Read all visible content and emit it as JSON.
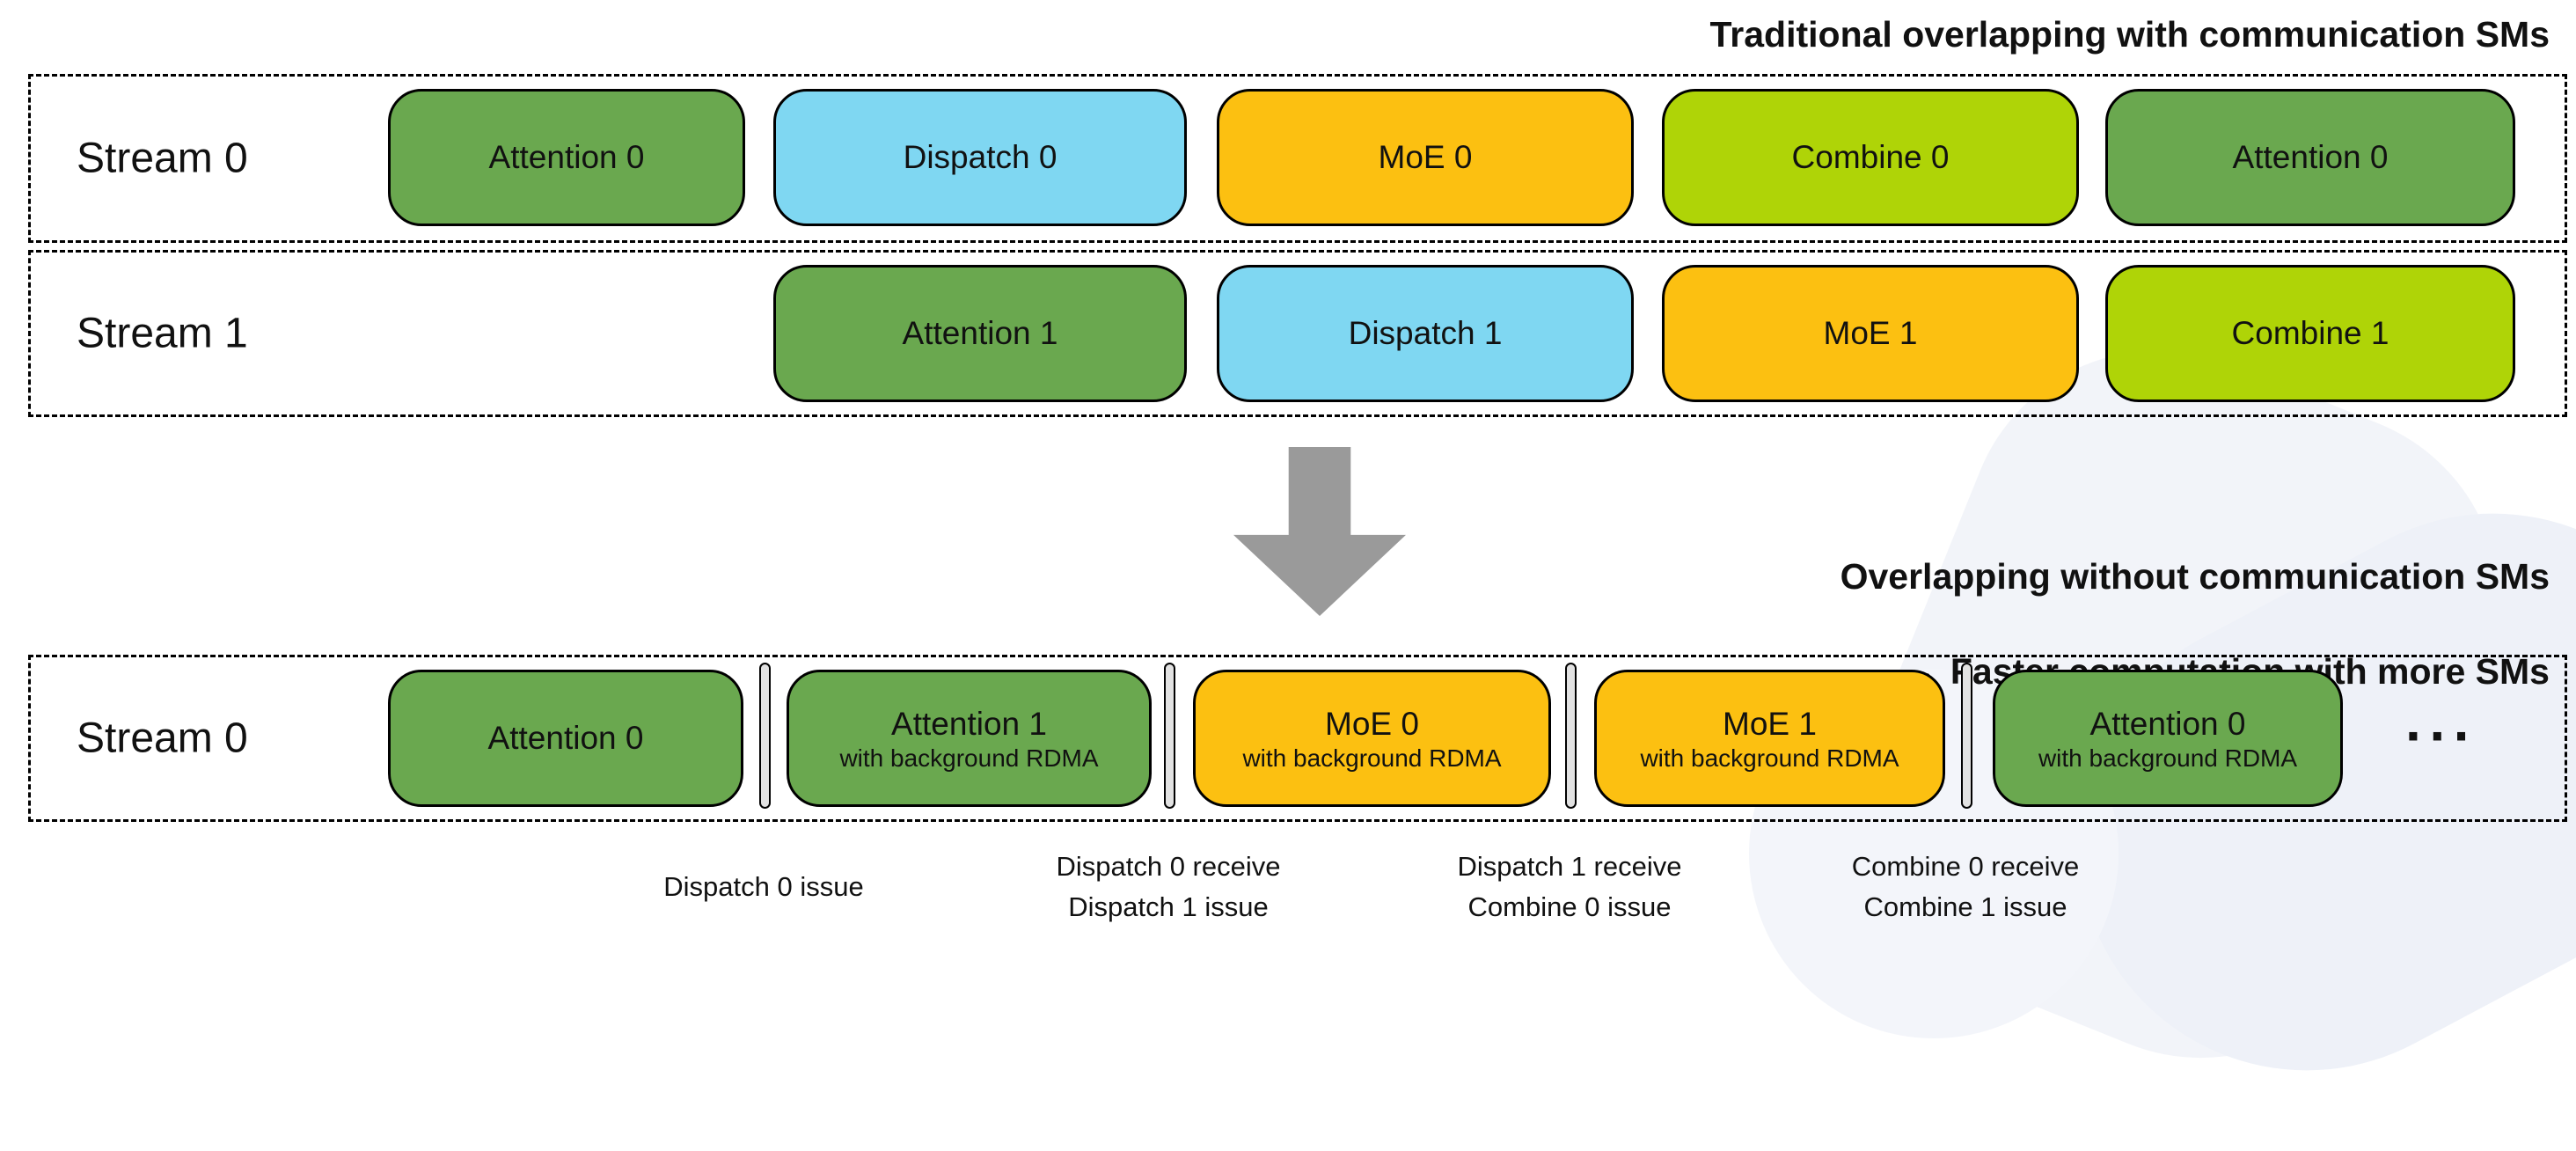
{
  "titles": {
    "top": "Traditional overlapping with communication SMs",
    "mid_line1": "Overlapping without communication SMs",
    "mid_line2": "→ Faster computation with more SMs"
  },
  "colors": {
    "attention_green": "#6aa84f",
    "dispatch_blue": "#7fd7f2",
    "moe_amber": "#fcc011",
    "combine_yellow_green": "#afd407",
    "separator_gray": "#e2e2e2",
    "arrow_gray": "#9a9a9a"
  },
  "traditional": {
    "stream0": {
      "label": "Stream 0",
      "blocks": [
        {
          "label": "Attention 0"
        },
        {
          "label": "Dispatch 0"
        },
        {
          "label": "MoE 0"
        },
        {
          "label": "Combine 0"
        },
        {
          "label": "Attention 0"
        }
      ]
    },
    "stream1": {
      "label": "Stream 1",
      "blocks": [
        {
          "label": "Attention 1"
        },
        {
          "label": "Dispatch 1"
        },
        {
          "label": "MoE 1"
        },
        {
          "label": "Combine 1"
        }
      ]
    }
  },
  "overlapped": {
    "stream0": {
      "label": "Stream 0",
      "blocks": [
        {
          "label": "Attention 0"
        },
        {
          "label": "Attention 1",
          "sublabel": "with background RDMA"
        },
        {
          "label": "MoE 0",
          "sublabel": "with background RDMA"
        },
        {
          "label": "MoE 1",
          "sublabel": "with background RDMA"
        },
        {
          "label": "Attention 0",
          "sublabel": "with background RDMA"
        }
      ],
      "ellipsis": "···"
    },
    "annotations": [
      {
        "line1": "Dispatch 0 issue",
        "line2": ""
      },
      {
        "line1": "Dispatch 0 receive",
        "line2": "Dispatch 1 issue"
      },
      {
        "line1": "Dispatch 1 receive",
        "line2": "Combine 0 issue"
      },
      {
        "line1": "Combine 0 receive",
        "line2": "Combine 1 issue"
      }
    ]
  }
}
